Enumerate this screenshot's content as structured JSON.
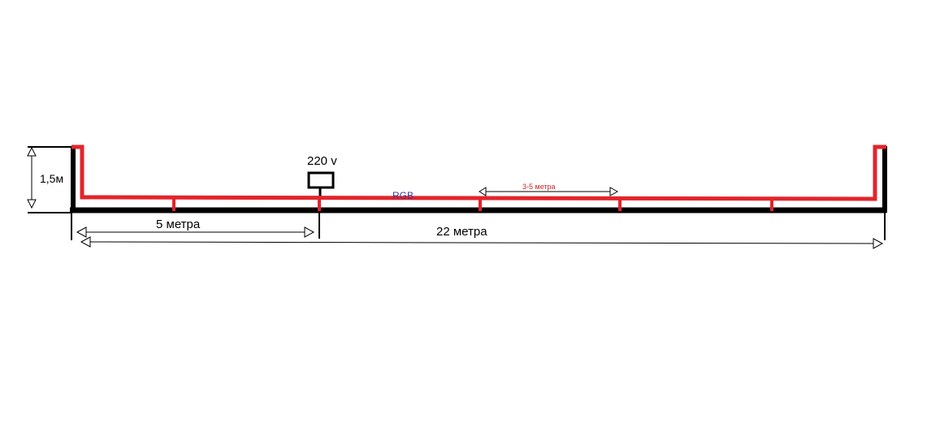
{
  "labels": {
    "height": "1,5м",
    "voltage": "220 v",
    "rgb": "RGB",
    "spacing": "3-5 метра",
    "left_distance": "5 метра",
    "total_length": "22 метра"
  },
  "colors": {
    "structure": "#000000",
    "strip": "#e3242b",
    "rgb_label": "#3b3b9a",
    "spacing_label": "#d02020",
    "background": "#ffffff"
  }
}
